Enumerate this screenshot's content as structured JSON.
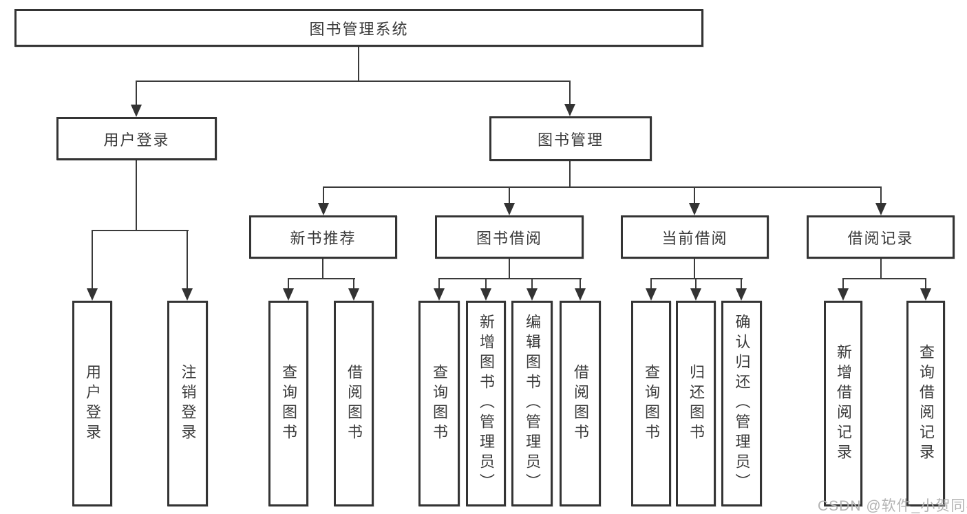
{
  "diagram": {
    "type": "hierarchy-tree",
    "title": "图书管理系统",
    "nodes": {
      "root": "图书管理系统",
      "user_login": "用户登录",
      "book_mgmt": "图书管理",
      "new_book_rec": "新书推荐",
      "book_borrow": "图书借阅",
      "current_borrow": "当前借阅",
      "borrow_records": "借阅记录",
      "leaf_user_login": "用户登录",
      "leaf_logout": "注销登录",
      "leaf_rec_query_book": "查询图书",
      "leaf_rec_borrow_book": "借阅图书",
      "leaf_bb_query_book": "查询图书",
      "leaf_bb_add_book": "新增图书（管理员）",
      "leaf_bb_edit_book": "编辑图书（管理员）",
      "leaf_bb_borrow_book": "借阅图书",
      "leaf_cb_query_book": "查询图书",
      "leaf_cb_return_book": "归还图书",
      "leaf_cb_confirm_return": "确认归还（管理员）",
      "leaf_br_add_record": "新增借阅记录",
      "leaf_br_query_record": "查询借阅记录"
    },
    "edges": [
      "图书管理系统→用户登录",
      "图书管理系统→图书管理",
      "用户登录→用户登录",
      "用户登录→注销登录",
      "图书管理→新书推荐",
      "图书管理→图书借阅",
      "图书管理→当前借阅",
      "图书管理→借阅记录",
      "新书推荐→查询图书",
      "新书推荐→借阅图书",
      "图书借阅→查询图书",
      "图书借阅→新增图书（管理员）",
      "图书借阅→编辑图书（管理员）",
      "图书借阅→借阅图书",
      "当前借阅→查询图书",
      "当前借阅→归还图书",
      "当前借阅→确认归还（管理员）",
      "借阅记录→新增借阅记录",
      "借阅记录→查询借阅记录"
    ],
    "colors": {
      "line": "#3a3a3a",
      "border": "#343434",
      "text": "#3a3a3a",
      "background": "#ffffff",
      "watermark": "#b3b3b3"
    }
  },
  "watermark": "CSDN @软件_小贺同学"
}
